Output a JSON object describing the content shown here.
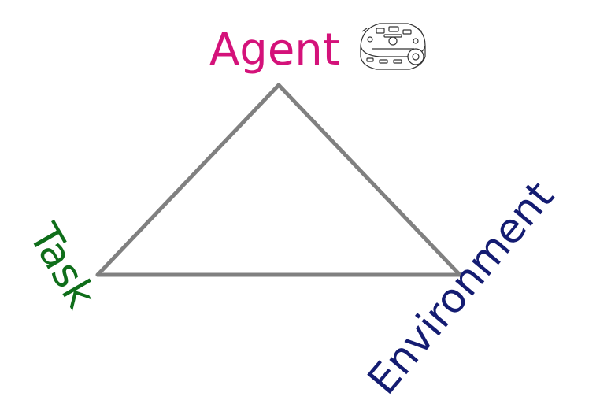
{
  "diagram": {
    "nodes": {
      "agent": {
        "label": "Agent",
        "color": "#d4127a"
      },
      "task": {
        "label": "Task",
        "color": "#0f6e1a"
      },
      "environment": {
        "label": "Environment",
        "color": "#141c72"
      }
    },
    "edge_color": "#808080",
    "agent_icon": "robot-icon"
  }
}
